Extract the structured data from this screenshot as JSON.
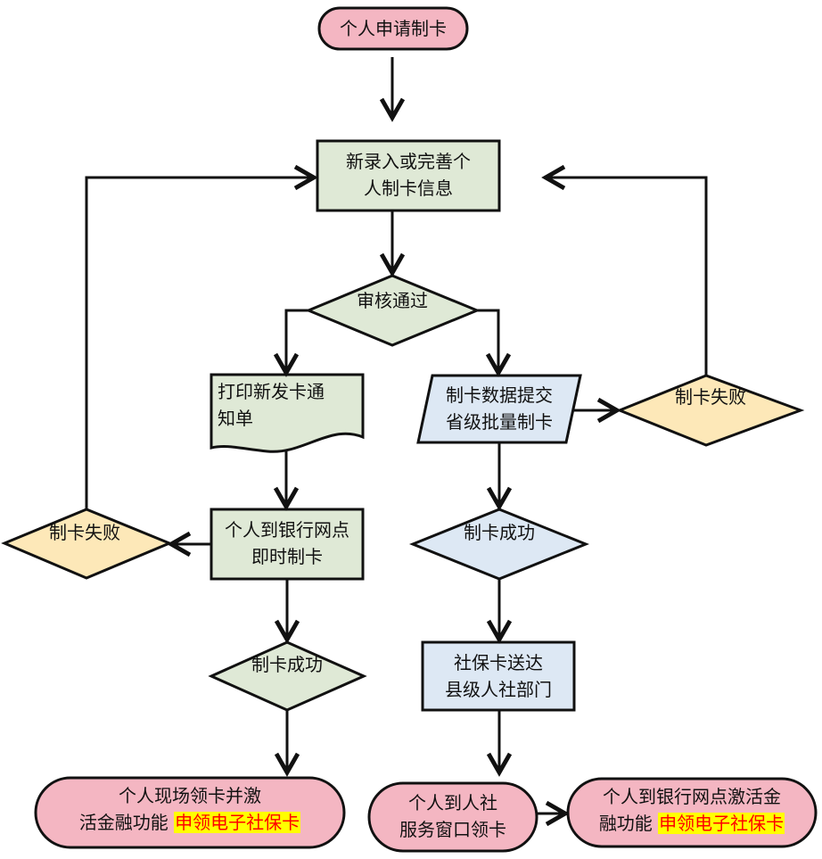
{
  "colors": {
    "pink": "#f4b6c2",
    "green": "#dfe9d6",
    "blue": "#dde8f4",
    "yellow": "#fde8b8",
    "stroke": "#111111",
    "highlight_bg": "#ffff00",
    "highlight_fg": "#ff0000"
  },
  "nodes": {
    "start": "个人申请制卡",
    "entry_line1": "新录入或完善个",
    "entry_line2": "人制卡信息",
    "review": "审核通过",
    "print_line1": "打印新发卡通",
    "print_line2": "知单",
    "submit_line1": "制卡数据提交",
    "submit_line2": "省级批量制卡",
    "fail_right": "制卡失败",
    "bank_line1": "个人到银行网点",
    "bank_line2": "即时制卡",
    "fail_left": "制卡失败",
    "success_right": "制卡成功",
    "deliver_line1": "社保卡送达",
    "deliver_line2": "县级人社部门",
    "success_left": "制卡成功",
    "end_left_line1": "个人现场领卡并激",
    "end_left_line2": "活金融功能",
    "end_left_highlight": "申领电子社保卡",
    "end_mid_line1": "个人到人社",
    "end_mid_line2": "服务窗口领卡",
    "end_right_line1": "个人到银行网点激活金",
    "end_right_line2": "融功能",
    "end_right_highlight": "申领电子社保卡"
  }
}
